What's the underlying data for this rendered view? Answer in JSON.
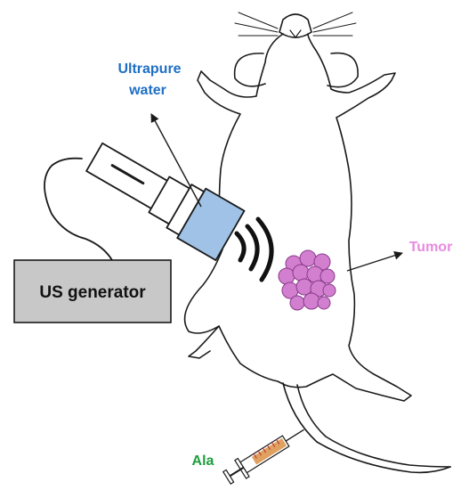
{
  "labels": {
    "ultrapure_line1": "Ultrapure",
    "ultrapure_line2": "water",
    "tumor": "Tumor",
    "generator": "US generator",
    "ala": "Ala"
  },
  "colors": {
    "outline": "#1a1a1a",
    "ultrapure_text": "#1f6fc5",
    "tumor_text": "#e88ae0",
    "ala_text": "#1e9e3e",
    "water_fill": "#9fc2e6",
    "generator_fill": "#c8c8c8",
    "tumor_fill": "#d27fd0",
    "tumor_stroke": "#8a3a8a",
    "syringe_liquid": "#e0a060"
  },
  "icons": {
    "probe": "ultrasound-transducer-icon",
    "waves": "ultrasound-waves-icon",
    "tumor": "tumor-cell-cluster-icon",
    "syringe": "syringe-icon",
    "mouse": "mouse-outline-icon"
  }
}
